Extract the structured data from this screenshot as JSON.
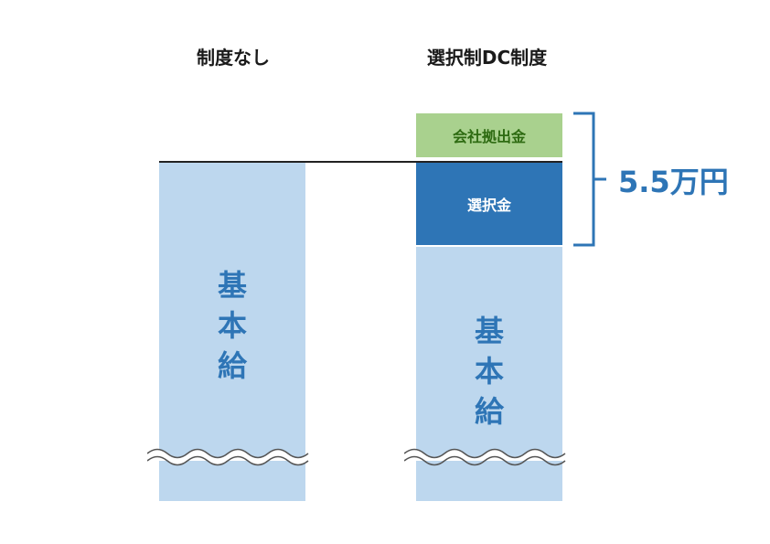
{
  "columns": {
    "left": {
      "title": "制度なし",
      "base_label": [
        "基",
        "本",
        "給"
      ]
    },
    "right": {
      "title": "選択制DC制度",
      "company_contribution_label": "会社拠出金",
      "selection_label": "選択金",
      "base_label": [
        "基",
        "本",
        "給"
      ]
    }
  },
  "bracket_amount": "5.5万円",
  "colors": {
    "base_salary": "#bdd7ee",
    "company_contribution": "#a9d18e",
    "company_contribution_text": "#2e6b12",
    "selection": "#2e75b6",
    "accent_text": "#2e75b6",
    "bracket": "#2e75b6"
  }
}
